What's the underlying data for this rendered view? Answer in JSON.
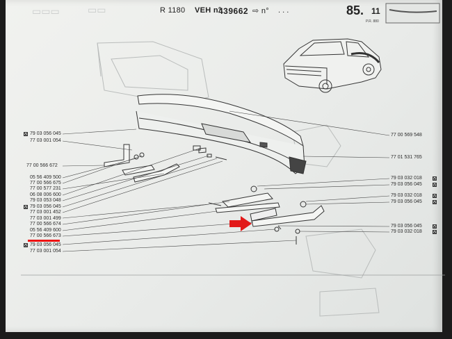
{
  "header": {
    "ref_label": "R 1180",
    "veh_label": "VEH n°",
    "veh_number": "439662",
    "after_label": "⇨ n°",
    "dots": ". . .",
    "page_number": "85.",
    "page_sub": "11",
    "page_small": "P.R. 880"
  },
  "left_parts": [
    {
      "ref": "79 03 056 045",
      "marked": true
    },
    {
      "ref": "77 03 001 054",
      "marked": false
    },
    {
      "ref": "77 00 566 672",
      "marked": false
    },
    {
      "ref": "05 56 409 500",
      "marked": false
    },
    {
      "ref": "77 00 566 675",
      "marked": false
    },
    {
      "ref": "77 00 577 231",
      "marked": false
    },
    {
      "ref": "06 08 006 600",
      "marked": false
    },
    {
      "ref": "79 03 053 048",
      "marked": false
    },
    {
      "ref": "79 03 056 045",
      "marked": true
    },
    {
      "ref": "77 03 001 452",
      "marked": false
    },
    {
      "ref": "77 03 001 499",
      "marked": false
    },
    {
      "ref": "77 00 566 674",
      "marked": false
    },
    {
      "ref": "05 56 409 600",
      "marked": false
    },
    {
      "ref": "77 00 566 673",
      "marked": false,
      "highlighted": true
    },
    {
      "ref": "79 03 056 045",
      "marked": true
    },
    {
      "ref": "77 03 001 054",
      "marked": false
    }
  ],
  "right_parts": [
    {
      "ref": "77 00 569 548",
      "marked": false
    },
    {
      "ref": "77 01 531 765",
      "marked": false
    },
    {
      "ref": "79 03 032 018",
      "marked": true
    },
    {
      "ref": "79 03 056 045",
      "marked": true
    },
    {
      "ref": "79 03 032 018",
      "marked": true
    },
    {
      "ref": "79 03 056 045",
      "marked": true
    },
    {
      "ref": "79 03 056 045",
      "marked": true
    },
    {
      "ref": "79 03 032 018",
      "marked": true
    }
  ],
  "colors": {
    "highlight": "#e11111",
    "ink": "#222222",
    "paper": "#eceeec"
  }
}
